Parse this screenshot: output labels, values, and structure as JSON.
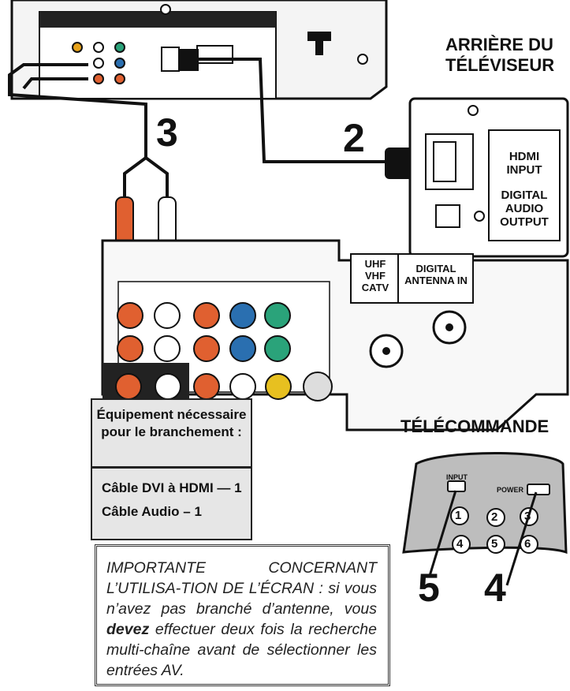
{
  "labels": {
    "tv_back": [
      "ARRIÈRE DU",
      "TÉLÉVISEUR"
    ],
    "remote": "TÉLÉCOMMANDE",
    "step_2": "2",
    "step_3": "3",
    "step_4": "4",
    "step_5": "5"
  },
  "tv_panel": {
    "hdmi_input": [
      "HDMI",
      "INPUT"
    ],
    "digital_audio_output": [
      "DIGITAL",
      "AUDIO",
      "OUTPUT"
    ],
    "uhf": [
      "UHF",
      "VHF",
      "CATV"
    ],
    "digital_antenna": [
      "DIGITAL",
      "ANTENNA IN"
    ]
  },
  "remote_buttons": {
    "input": "INPUT",
    "power": "POWER",
    "digits": [
      "1",
      "2",
      "3",
      "4",
      "5",
      "6"
    ]
  },
  "equipment_box": {
    "title": [
      "Équipement nécessaire",
      "pour le branchement :"
    ],
    "items": [
      "Câble DVI à HDMI — 1",
      "Câble Audio – 1"
    ]
  },
  "note": {
    "text_before": "IMPORTANTE CONCERNANT L’UTILISA-TION DE L’ÉCRAN : si vous n’avez pas branché d’antenne, vous ",
    "emphasis": "devez",
    "text_after": " effectuer deux fois la recherche multi-chaîne avant de sélectionner les entrées AV."
  }
}
